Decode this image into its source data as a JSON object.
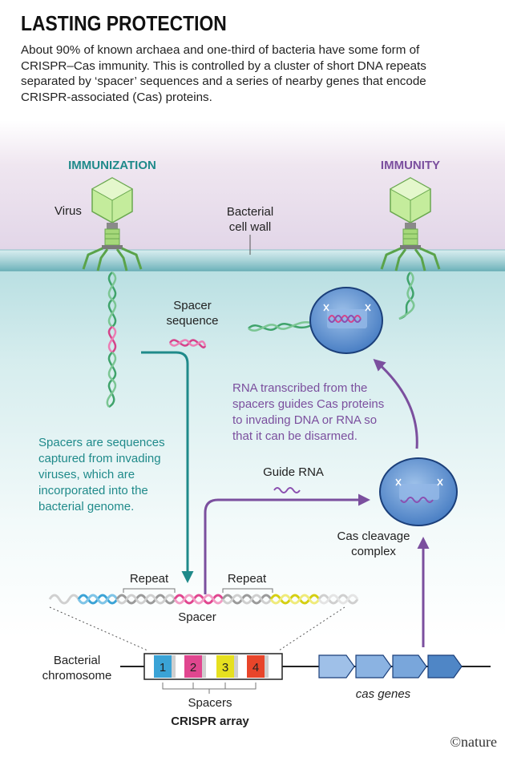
{
  "title": "LASTING PROTECTION",
  "intro": "About 90% of known archaea and one-third of bacteria have some form of CRISPR–Cas immunity. This is controlled by a cluster of short DNA repeats separated by ‘spacer’ sequences and a series of nearby genes that encode CRISPR-associated (Cas) proteins.",
  "headings": {
    "immunization": "IMMUNIZATION",
    "immunity": "IMMUNITY"
  },
  "labels": {
    "virus": "Virus",
    "cell_wall_1": "Bacterial",
    "cell_wall_2": "cell wall",
    "spacer_seq_1": "Spacer",
    "spacer_seq_2": "sequence",
    "guide_rna": "Guide RNA",
    "cas_complex_1": "Cas cleavage",
    "cas_complex_2": "complex",
    "repeat_left": "Repeat",
    "repeat_right": "Repeat",
    "spacer": "Spacer",
    "chromosome_1": "Bacterial",
    "chromosome_2": "chromosome",
    "spacers": "Spacers",
    "crispr_array": "CRISPR array",
    "cas_genes": "cas genes"
  },
  "notes": {
    "spacers_captured": [
      "Spacers are sequences",
      "captured from invading",
      "viruses, which are",
      "incorporated into the",
      "bacterial genome."
    ],
    "rna_transcribed": [
      "RNA transcribed from the",
      "spacers guides Cas proteins",
      "to invading DNA or RNA so",
      "that it can be disarmed."
    ]
  },
  "spacer_numbers": [
    "1",
    "2",
    "3",
    "4"
  ],
  "colors": {
    "teal": "#1f8a8a",
    "purple": "#7b4f9e",
    "spacer_1": "#3aa3d6",
    "spacer_2": "#e0468f",
    "spacer_3": "#e6e01f",
    "spacer_4": "#e8452a",
    "cas_gene": "#4f86c6"
  },
  "credit": "©nature"
}
